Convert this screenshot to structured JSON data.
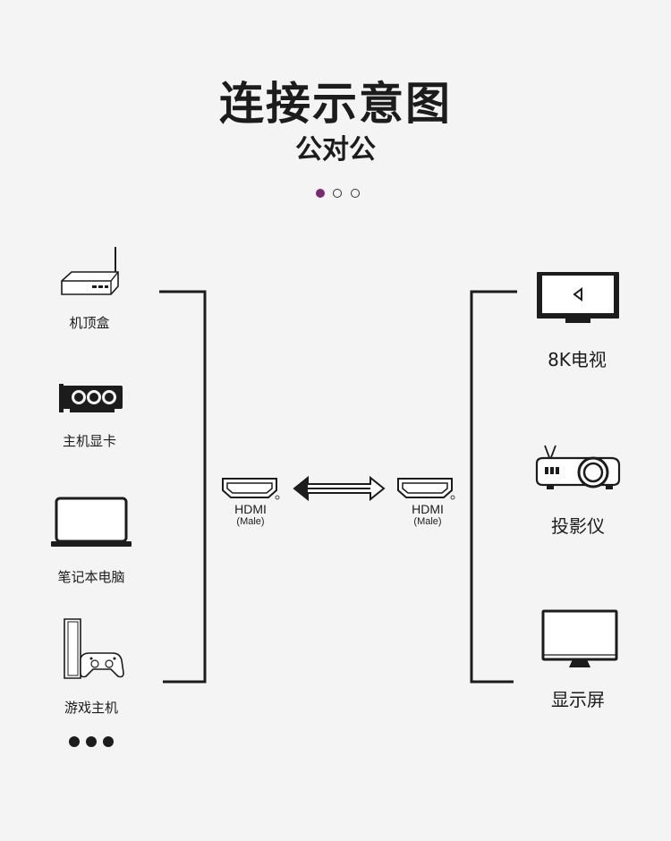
{
  "header": {
    "title": "连接示意图",
    "subtitle": "公对公"
  },
  "left_devices": [
    {
      "label": "机顶盒",
      "icon": "router-icon"
    },
    {
      "label": "主机显卡",
      "icon": "graphics-card-icon"
    },
    {
      "label": "笔记本电脑",
      "icon": "laptop-icon"
    },
    {
      "label": "游戏主机",
      "icon": "game-console-icon"
    }
  ],
  "right_devices": [
    {
      "label": "8K电视",
      "icon": "tv-icon"
    },
    {
      "label": "投影仪",
      "icon": "projector-icon"
    },
    {
      "label": "显示屏",
      "icon": "monitor-icon"
    }
  ],
  "connectors": {
    "left": {
      "name": "HDMI",
      "type": "(Male)"
    },
    "right": {
      "name": "HDMI",
      "type": "(Male)"
    }
  },
  "colors": {
    "accent": "#7a2a6f",
    "line": "#1c1c1c",
    "background": "#f4f4f4"
  }
}
